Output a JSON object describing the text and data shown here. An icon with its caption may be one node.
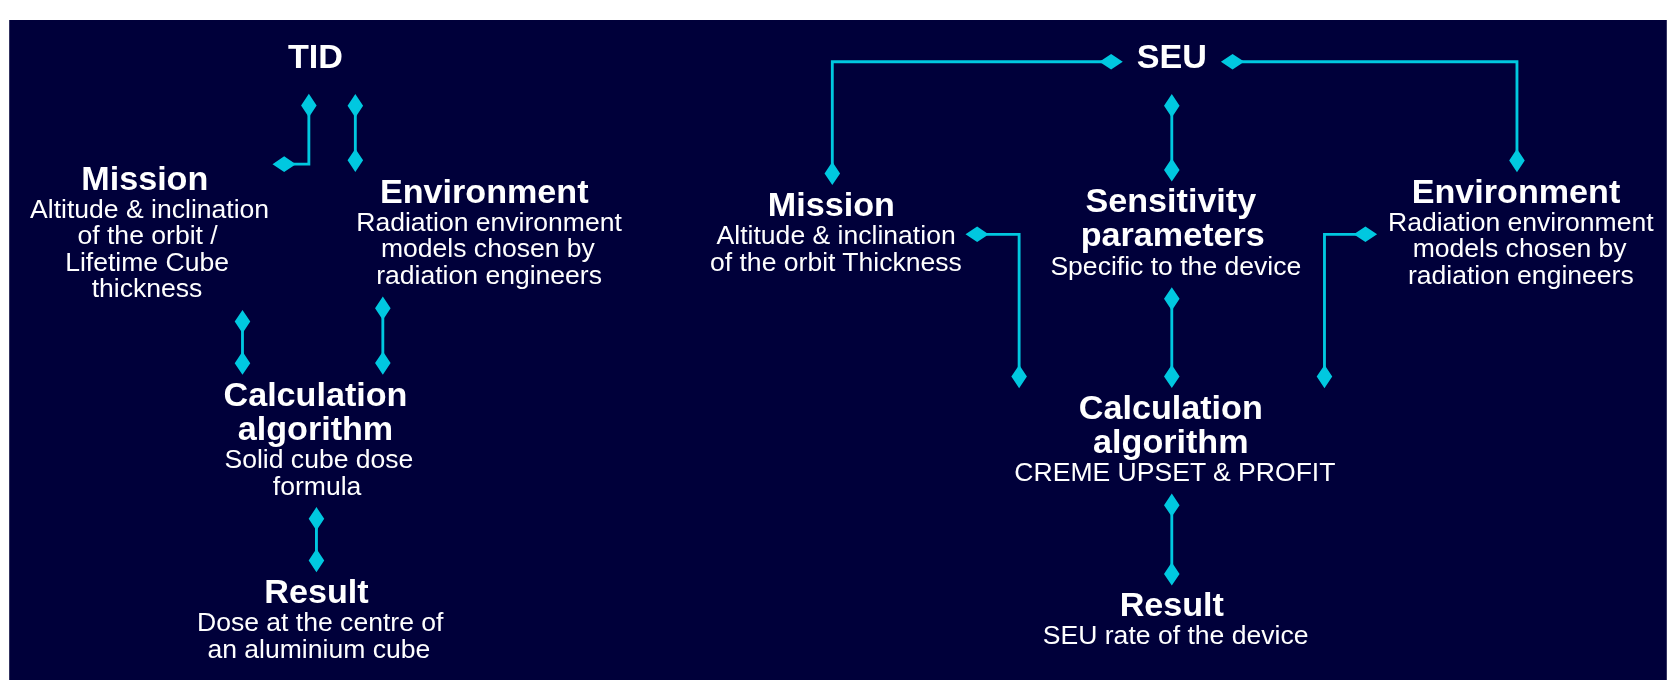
{
  "diagram": {
    "nodes": [
      {
        "text": [
          "TID"
        ]
      },
      {
        "text": [
          "Mission",
          "Altitude & inclination of the orbit / Lifetime Cube thickness"
        ]
      },
      {
        "text": [
          "Environment",
          "Radiation environment models chosen by radiation engineers"
        ]
      },
      {
        "text": [
          "Calculation algorithm",
          "Solid cube dose formula"
        ]
      },
      {
        "text": [
          "Result",
          "Dose at the centre of an aluminium cube"
        ]
      },
      {
        "text": [
          "SEU"
        ]
      },
      {
        "text": [
          "Mission",
          "Altitude & inclination of the orbit Thickness"
        ]
      },
      {
        "text": [
          "Sensitivity parameters",
          "Specific to the device"
        ]
      },
      {
        "text": [
          "Environment",
          "Radiation environment models chosen by radiation engineers"
        ]
      },
      {
        "text": [
          "Calculation algorithm",
          "CREME UPSET & PROFIT"
        ]
      },
      {
        "text": [
          "Result",
          "SEU rate of the device"
        ]
      }
    ],
    "edges": [
      {
        "from": 0,
        "to": 1,
        "arrow": "other"
      },
      {
        "from": 0,
        "to": 2,
        "arrow": "other"
      },
      {
        "from": 1,
        "to": 3,
        "arrow": "other"
      },
      {
        "from": 2,
        "to": 3,
        "arrow": "other"
      },
      {
        "from": 3,
        "to": 4,
        "arrow": "other"
      },
      {
        "from": 5,
        "to": 6,
        "arrow": "other"
      },
      {
        "from": 5,
        "to": 7,
        "arrow": "other"
      },
      {
        "from": 5,
        "to": 8,
        "arrow": "other"
      },
      {
        "from": 6,
        "to": 9,
        "arrow": "other"
      },
      {
        "from": 7,
        "to": 9,
        "arrow": "other"
      },
      {
        "from": 8,
        "to": 9,
        "arrow": "other"
      },
      {
        "from": 9,
        "to": 10,
        "arrow": "other"
      }
    ]
  }
}
